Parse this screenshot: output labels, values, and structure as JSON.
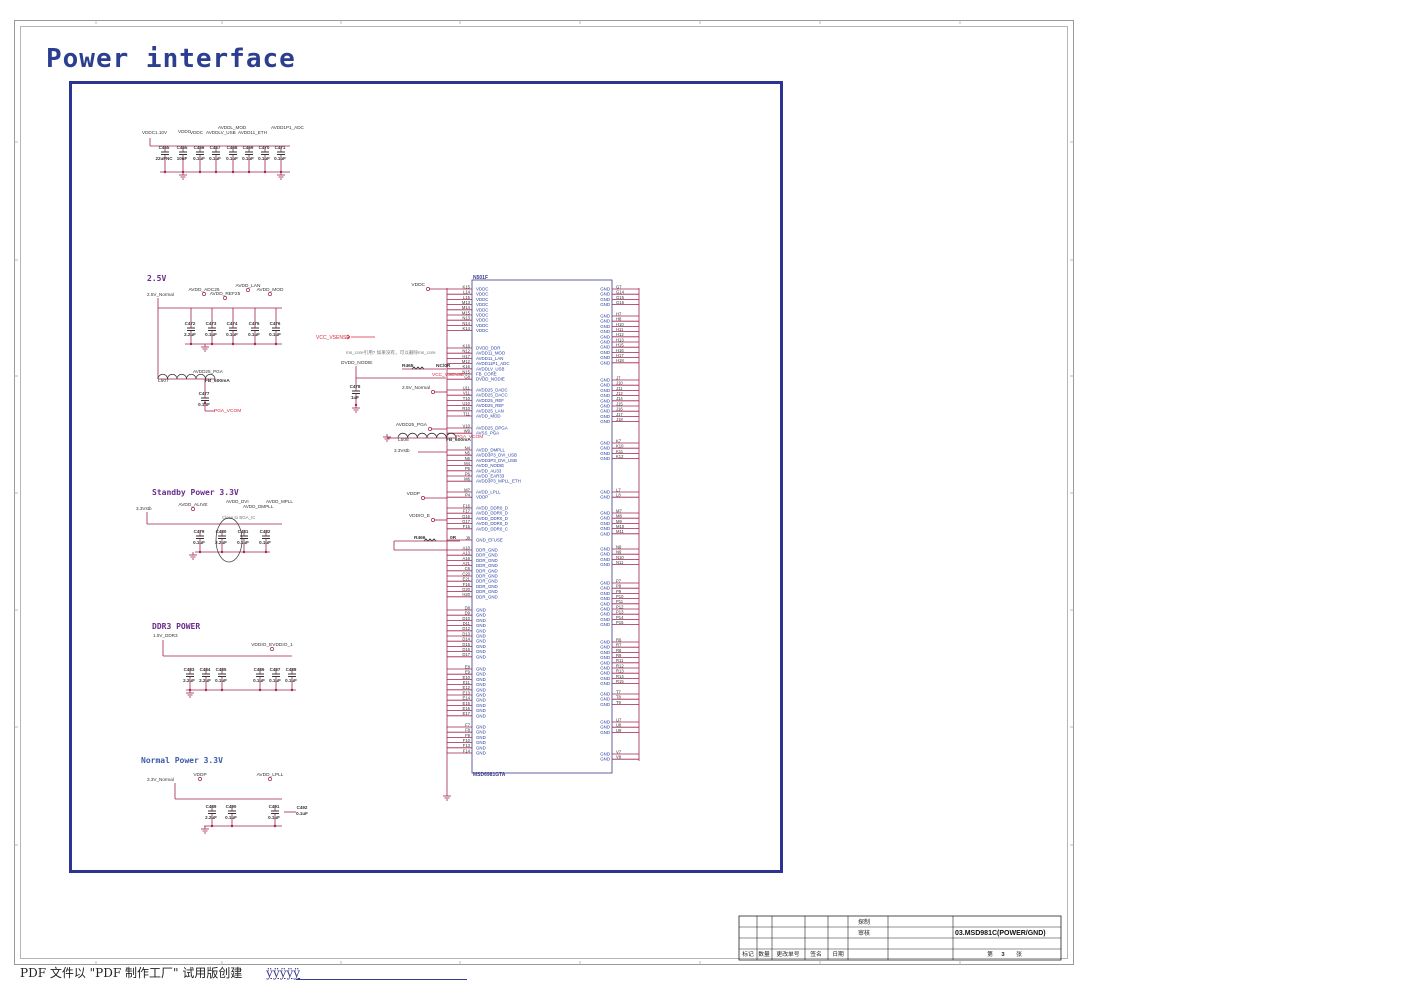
{
  "page": {
    "title": "Power interface"
  },
  "colors": {
    "title": "#2b3e8f",
    "frame": "#2b3591",
    "wire": "#a0224d",
    "pin_blue": "#2a3fa0",
    "label_red": "#d8283c",
    "section_purple": "#6a2b8a",
    "section_blue": "#3b5aa8"
  },
  "sections": {
    "decoupling_top": {
      "nets": [
        "VDDC1.10V",
        "VDDC",
        "VDDC",
        "AVDDL_MOD",
        "AVDDLV_USB",
        "AVDD11_ETH",
        "AVDD1P1_ADC"
      ],
      "refs": [
        "C465",
        "C465",
        "C466",
        "C467",
        "C468",
        "C469",
        "C470",
        "C471"
      ],
      "values": [
        "22uFNC",
        "10uF",
        "0.1uF",
        "0.1uF",
        "0.1uF",
        "0.1uF",
        "0.1uF",
        "0.1uF"
      ]
    },
    "p25": {
      "title": "2.5V",
      "nets": [
        "2.5V_Normal",
        "AVDD_ADC25",
        "AVDD_REF25",
        "AVDD_LAN",
        "AVDD_MOD",
        "AVDD25_PGA",
        "PGA_VCOM"
      ],
      "refs": [
        "C472",
        "C473",
        "C474",
        "C475",
        "C476",
        "C477"
      ],
      "values": [
        "2.2uF",
        "0.1uF",
        "0.1uF",
        "0.1uF",
        "0.1uF",
        "0.1uF"
      ],
      "inductor_ref": "L507",
      "inductor_value": "FB_600mA"
    },
    "standby": {
      "title": "Standby Power 3.3V",
      "nets": [
        "3.3Vstb",
        "AVDD_ALIVE",
        "AVDD_DVI",
        "AVDD_DMPLL",
        "AVDD_MPLL"
      ],
      "note": "Close to BGA_IC",
      "refs": [
        "C479",
        "C480",
        "C481",
        "C482"
      ],
      "values": [
        "0.1uF",
        "2.2uF",
        "0.1uF",
        "0.1uF"
      ]
    },
    "ddr3": {
      "title": "DDR3 POWER",
      "nets": [
        "1.5V_DDR3",
        "VDDIO_EVDDIO_1"
      ],
      "refs": [
        "C483",
        "C484",
        "C485",
        "C486",
        "C487",
        "C488"
      ],
      "values": [
        "2.2uF",
        "2.2uF",
        "0.1uF",
        "0.1uF",
        "0.1uF",
        "0.1uF"
      ]
    },
    "normal": {
      "title": "Normal Power 3.3V",
      "nets": [
        "3.3V_Normal",
        "VDDP",
        "AVDD_LPLL"
      ],
      "refs": [
        "C489",
        "C490",
        "C491",
        "C492"
      ],
      "values": [
        "2.2uF",
        "0.1uF",
        "0.1uF",
        "0.1uF"
      ]
    }
  },
  "ic": {
    "ref": "N501F",
    "part": "MSD6981GTA",
    "left_pins": [
      {
        "n": "K15",
        "s": "VDDC"
      },
      {
        "n": "L14",
        "s": "VDDC"
      },
      {
        "n": "L15",
        "s": "VDDC"
      },
      {
        "n": "M13",
        "s": "VDDC"
      },
      {
        "n": "M14",
        "s": "VDDC"
      },
      {
        "n": "M15",
        "s": "VDDC"
      },
      {
        "n": "N13",
        "s": "VDDC"
      },
      {
        "n": "N14",
        "s": "VDDC"
      },
      {
        "n": "K14",
        "s": "VDDC"
      },
      {
        "n": "K16",
        "s": "DVDD_DDR"
      },
      {
        "n": "N12",
        "s": "AVDD11_MOD"
      },
      {
        "n": "H17",
        "s": "AVDD11_LAN"
      },
      {
        "n": "M12",
        "s": "AVDD11P1_ADC"
      },
      {
        "n": "K16",
        "s": "AVDDLV_USB"
      },
      {
        "n": "N15",
        "s": "FB_CORE"
      },
      {
        "n": "G8",
        "s": "DVDD_NODIE"
      },
      {
        "n": "U11",
        "s": "AVDD25_DADC"
      },
      {
        "n": "V11",
        "s": "AVDD25_DACC"
      },
      {
        "n": "T10",
        "s": "AVDD25_REF"
      },
      {
        "n": "U10",
        "s": "AVDD25_REF"
      },
      {
        "n": "R10",
        "s": "AVDD25_LAN"
      },
      {
        "n": "T11",
        "s": "AVDD_MOD"
      },
      {
        "n": "V10",
        "s": "AVDD25_DPGA"
      },
      {
        "n": "W9",
        "s": "AVSS_PGA"
      },
      {
        "n": "N4",
        "s": "AVDD_DMPLL"
      },
      {
        "n": "N5",
        "s": "AVDD3P3_DVI_USB"
      },
      {
        "n": "N6",
        "s": "AVDD3P3_DVI_USB"
      },
      {
        "n": "M4",
        "s": "AVDD_NODIE"
      },
      {
        "n": "P5",
        "s": "AVDD_AU33"
      },
      {
        "n": "P6",
        "s": "AVDD_EAR33"
      },
      {
        "n": "M6",
        "s": "AVDD3P3_MPLL_ETH"
      },
      {
        "n": "M7",
        "s": "AVDD_LPLL"
      },
      {
        "n": "P4",
        "s": "VDDP"
      },
      {
        "n": "F16",
        "s": "AVDD_DDR0_D"
      },
      {
        "n": "F17",
        "s": "AVDD_DDR0_D"
      },
      {
        "n": "G16",
        "s": "AVDD_DDR0_D"
      },
      {
        "n": "G17",
        "s": "AVDD_DDR0_D"
      },
      {
        "n": "F15",
        "s": "AVDD_DDR0_C"
      },
      {
        "n": "J8",
        "s": "GND_EFUSE"
      },
      {
        "n": "A10",
        "s": "DDR_GND"
      },
      {
        "n": "A13",
        "s": "DDR_GND"
      },
      {
        "n": "A16",
        "s": "DDR_GND"
      },
      {
        "n": "A21",
        "s": "DDR_GND"
      },
      {
        "n": "C6",
        "s": "DDR_GND"
      },
      {
        "n": "C20",
        "s": "DDR_GND"
      },
      {
        "n": "E21",
        "s": "DDR_GND"
      },
      {
        "n": "F16",
        "s": "DDR_GND"
      },
      {
        "n": "G20",
        "s": "DDR_GND"
      },
      {
        "n": "H20",
        "s": "DDR_GND"
      },
      {
        "n": "D8",
        "s": "GND"
      },
      {
        "n": "D9",
        "s": "GND"
      },
      {
        "n": "D10",
        "s": "GND"
      },
      {
        "n": "D11",
        "s": "GND"
      },
      {
        "n": "D12",
        "s": "GND"
      },
      {
        "n": "D13",
        "s": "GND"
      },
      {
        "n": "D14",
        "s": "GND"
      },
      {
        "n": "D15",
        "s": "GND"
      },
      {
        "n": "D16",
        "s": "GND"
      },
      {
        "n": "D17",
        "s": "GND"
      },
      {
        "n": "E8",
        "s": "GND"
      },
      {
        "n": "E9",
        "s": "GND"
      },
      {
        "n": "E10",
        "s": "GND"
      },
      {
        "n": "E11",
        "s": "GND"
      },
      {
        "n": "E12",
        "s": "GND"
      },
      {
        "n": "E13",
        "s": "GND"
      },
      {
        "n": "E14",
        "s": "GND"
      },
      {
        "n": "E15",
        "s": "GND"
      },
      {
        "n": "E16",
        "s": "GND"
      },
      {
        "n": "E17",
        "s": "GND"
      },
      {
        "n": "F7",
        "s": "GND"
      },
      {
        "n": "F8",
        "s": "GND"
      },
      {
        "n": "F9",
        "s": "GND"
      },
      {
        "n": "F10",
        "s": "GND"
      },
      {
        "n": "F13",
        "s": "GND"
      },
      {
        "n": "F14",
        "s": "GND"
      }
    ],
    "right_pins": [
      "G7",
      "G14",
      "G15",
      "G16",
      "H7",
      "H8",
      "H10",
      "H11",
      "H12",
      "H13",
      "H15",
      "H16",
      "H17",
      "H18",
      "J7",
      "J10",
      "J11",
      "J12",
      "J14",
      "J15",
      "J16",
      "J17",
      "J18",
      "K7",
      "K10",
      "K11",
      "K12",
      "L7",
      "L8",
      "M7",
      "M8",
      "M9",
      "M10",
      "M11",
      "N8",
      "N9",
      "N10",
      "N11",
      "P7",
      "P8",
      "P9",
      "P10",
      "P11",
      "P12",
      "P13",
      "P14",
      "P15",
      "R6",
      "R7",
      "R8",
      "R9",
      "R11",
      "R12",
      "R13",
      "R14",
      "R15",
      "T7",
      "T8",
      "T9",
      "U7",
      "U8",
      "U9",
      "V7",
      "V8"
    ],
    "right_name": "GND",
    "ext": {
      "vddc": "VDDC",
      "r1_ref": "R465",
      "r1_val": "NC/0R",
      "vcc_vsense": "VCC_VSENSE",
      "dvdd_nodie": "DVDD_NODIE",
      "c478_ref": "C478",
      "c478_val": "1uF",
      "note_cn": "ms_core引用? 如果没有，可以删除ms_core",
      "n25_normal": "2.5V_Normal",
      "avdd25_pga": "AVDD25_PGA",
      "l_ref": "L508",
      "l_val": "FB_600mA",
      "pga_vcom": "PGA_VCOM",
      "vstb": "3.3Vstb",
      "vddp": "VDDP",
      "vddio": "VDDIO_E",
      "r2_ref": "R466",
      "r2_val": "0R"
    }
  },
  "title_block": {
    "row_drawn": "探制",
    "row_review": "审核",
    "doc_title": "03.MSD981C(POWER/GND)",
    "hdr": [
      "标记",
      "数量",
      "更改单号",
      "签名",
      "日期"
    ],
    "sheet_prefix": "第",
    "sheet_num": "3",
    "sheet_suffix": "张"
  },
  "footer": {
    "pdf_note": "PDF 文件以 \"PDF 制作工厂\" 试用版创建",
    "link_text": "ÿÿÿÿÿ"
  }
}
